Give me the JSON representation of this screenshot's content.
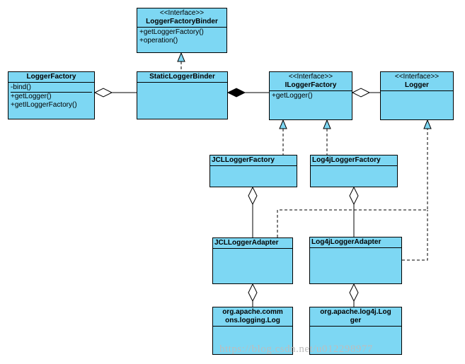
{
  "classes": {
    "logger_factory_binder": {
      "stereotype": "<<Interface>>",
      "name": "LoggerFactoryBinder",
      "members": [
        "+getLoggerFactory()",
        "+operation()"
      ]
    },
    "logger_factory": {
      "name": "LoggerFactory",
      "members": [
        "-bind()",
        "+getLogger()",
        "+getILoggerFactory()"
      ]
    },
    "static_logger_binder": {
      "name": "StaticLoggerBinder"
    },
    "ilogger_factory": {
      "stereotype": "<<Interface>>",
      "name": "ILoggerFactory",
      "members": [
        "+getLogger()"
      ]
    },
    "logger": {
      "stereotype": "<<Interface>>",
      "name": "Logger"
    },
    "jcl_logger_factory": {
      "name": "JCLLoggerFactory"
    },
    "log4j_logger_factory": {
      "name": "Log4jLoggerFactory"
    },
    "jcl_logger_adapter": {
      "name": "JCLLoggerAdapter"
    },
    "log4j_logger_adapter": {
      "name": "Log4jLoggerAdapter"
    },
    "commons_log": {
      "name_line1": "org.apache.comm",
      "name_line2": "ons.logging.Log"
    },
    "log4j_logger": {
      "name_line1": "org.apache.log4j.Log",
      "name_line2": "ger"
    }
  },
  "watermark": "https://blog.csdn.net/u012298977",
  "colors": {
    "box_fill": "#7dd7f3",
    "line": "#000000",
    "composition_fill": "#000000"
  }
}
